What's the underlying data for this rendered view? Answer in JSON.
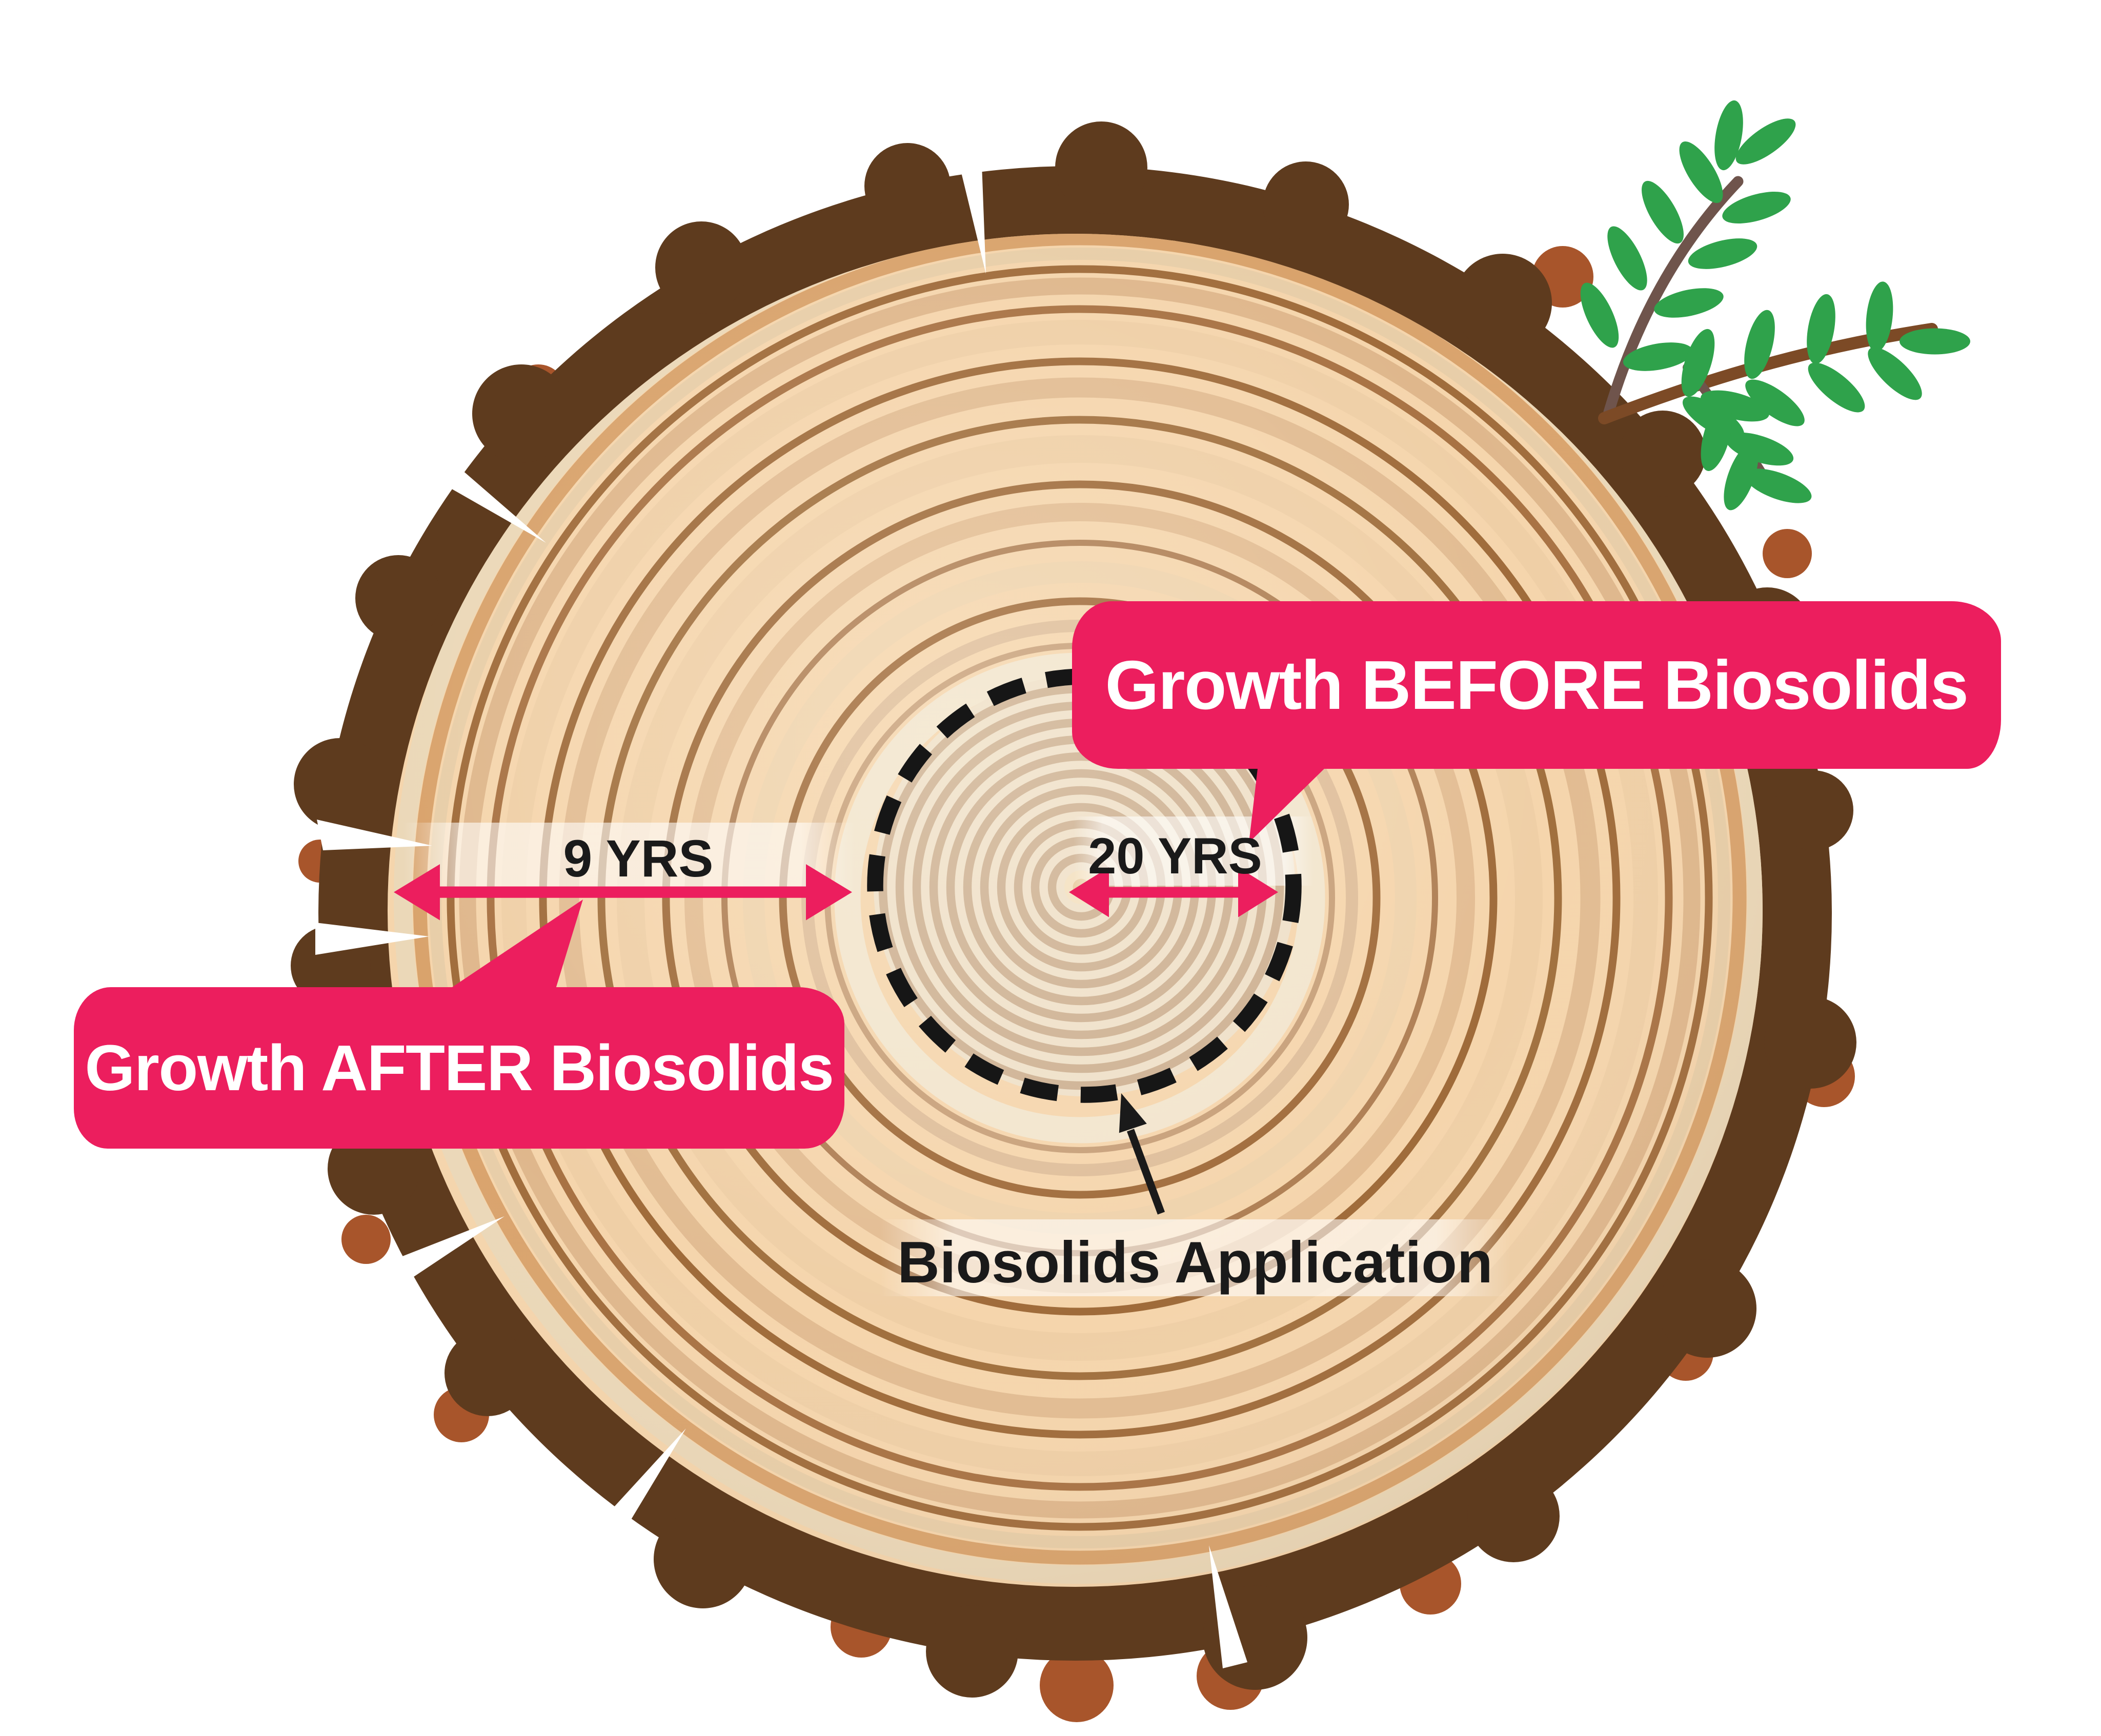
{
  "diagram": {
    "title_meaning": "Tree ring cross-section comparing growth before and after biosolids",
    "bubble_before": {
      "label": "Growth BEFORE Biosolids"
    },
    "bubble_after": {
      "label": "Growth AFTER Biosolids"
    },
    "measurement_before": {
      "label": "20 YRS",
      "years": 20
    },
    "measurement_after": {
      "label": "9 YRS",
      "years": 9
    },
    "application_label": "Biosolids Application"
  },
  "colors": {
    "accent_pink": "#EC1E5E",
    "bark_dark": "#5E3B1E",
    "bark_accent": "#A8552B",
    "wood_light": "#F5D5AC",
    "ring_dark": "#9F6B3A",
    "inner_ring_tan": "#CDB091",
    "leaf_green": "#2FA24B",
    "text_black": "#1A1A1A",
    "text_white": "#FFFFFF"
  },
  "icons": [
    {
      "name": "double-arrow-icon",
      "meaning": "ring span measurement arrow"
    },
    {
      "name": "pointer-arrow-icon",
      "meaning": "arrow pointing to biosolids application boundary"
    },
    {
      "name": "conifer-sprig-icon",
      "meaning": "evergreen sprig on log"
    },
    {
      "name": "dashed-circle-icon",
      "meaning": "biosolids application boundary ring"
    }
  ]
}
